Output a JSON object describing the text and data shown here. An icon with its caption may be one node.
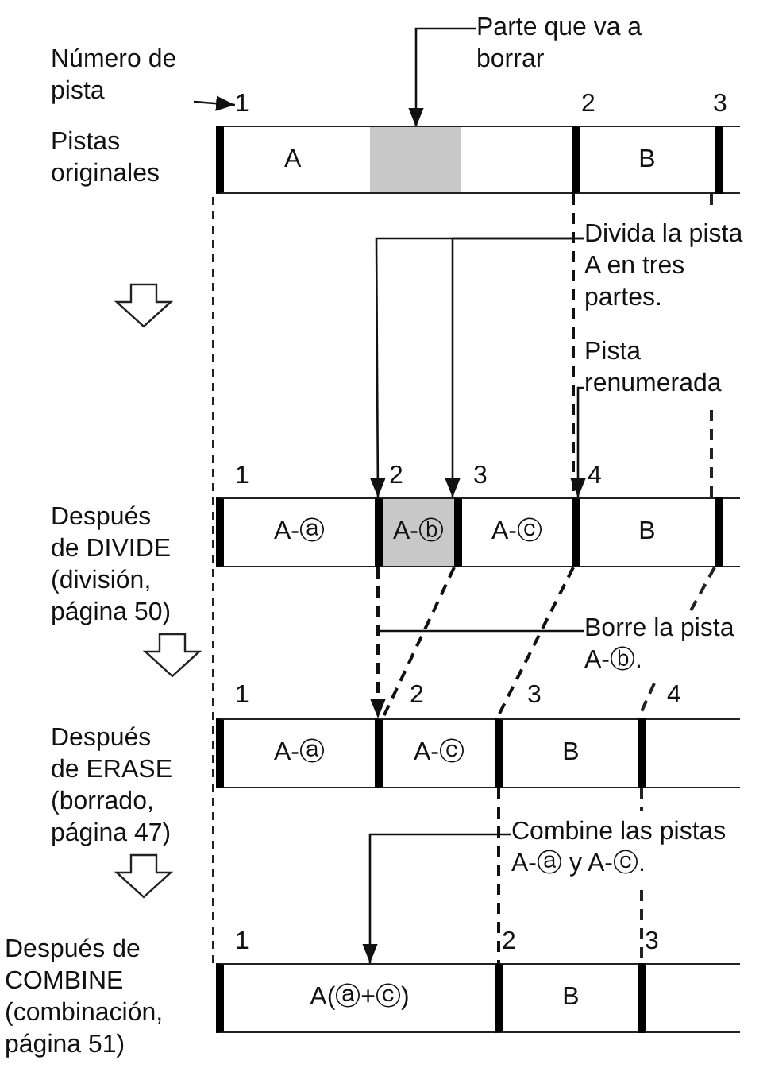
{
  "diagram": {
    "nodes": [
      {
        "text": [
          "Número de pista"
        ]
      },
      {
        "text": [
          "1"
        ]
      },
      {
        "text": [
          "Parte que va a borrar"
        ]
      },
      {
        "text": [
          "A"
        ]
      },
      {
        "text": [],
        "shape": "box",
        "in": 3
      },
      {
        "text": [
          "B"
        ]
      },
      {
        "text": [
          "Divida la pista A en tres partes."
        ]
      },
      {
        "text": [
          "Pista renumerada"
        ]
      },
      {
        "text": [
          "A-ⓐ"
        ]
      },
      {
        "text": [
          "A-ⓑ"
        ]
      },
      {
        "text": [
          "A-ⓒ"
        ]
      },
      {
        "text": [
          "B"
        ]
      },
      {
        "text": [
          "Borre la pista A-ⓑ."
        ]
      },
      {
        "text": [
          "A-ⓐ"
        ]
      },
      {
        "text": [
          "A-ⓒ"
        ]
      },
      {
        "text": [
          "B"
        ]
      },
      {
        "text": [
          "Combine las pistas A-ⓐ y A-ⓒ."
        ]
      },
      {
        "text": [
          "A(ⓐ+ⓒ)"
        ]
      },
      {
        "text": [
          "B"
        ]
      }
    ],
    "edges": [
      {
        "from": 0,
        "to": 1,
        "arrow": "to"
      },
      {
        "from": 2,
        "to": 4,
        "arrow": "to"
      },
      {
        "from": 6,
        "to": 9,
        "arrow": "to"
      },
      {
        "from": 6,
        "to": 9,
        "arrow": "to"
      },
      {
        "from": 7,
        "to": 11,
        "arrow": "to"
      },
      {
        "from": 5,
        "to": 11,
        "arrow": "none",
        "style": "dashed"
      },
      {
        "from": 9,
        "to": 14,
        "arrow": "to",
        "style": "dashed"
      },
      {
        "from": 12,
        "to": null,
        "arrow": "none"
      },
      {
        "from": 10,
        "to": 14,
        "arrow": "none",
        "style": "dashed"
      },
      {
        "from": 11,
        "to": 15,
        "arrow": "none",
        "style": "dashed"
      },
      {
        "from": 16,
        "to": 17,
        "arrow": "to"
      },
      {
        "from": 15,
        "to": 18,
        "arrow": "none",
        "style": "dashed"
      }
    ],
    "labels": [
      "Pistas originales",
      "2",
      "3",
      "Después de DIVIDE (división, página 50)",
      "1",
      "2",
      "3",
      "4",
      "Después de ERASE (borrado, página 47)",
      "1",
      "2",
      "3",
      "4",
      "Después de COMBINE (combinación, página 51)",
      "1",
      "2",
      "3"
    ]
  }
}
